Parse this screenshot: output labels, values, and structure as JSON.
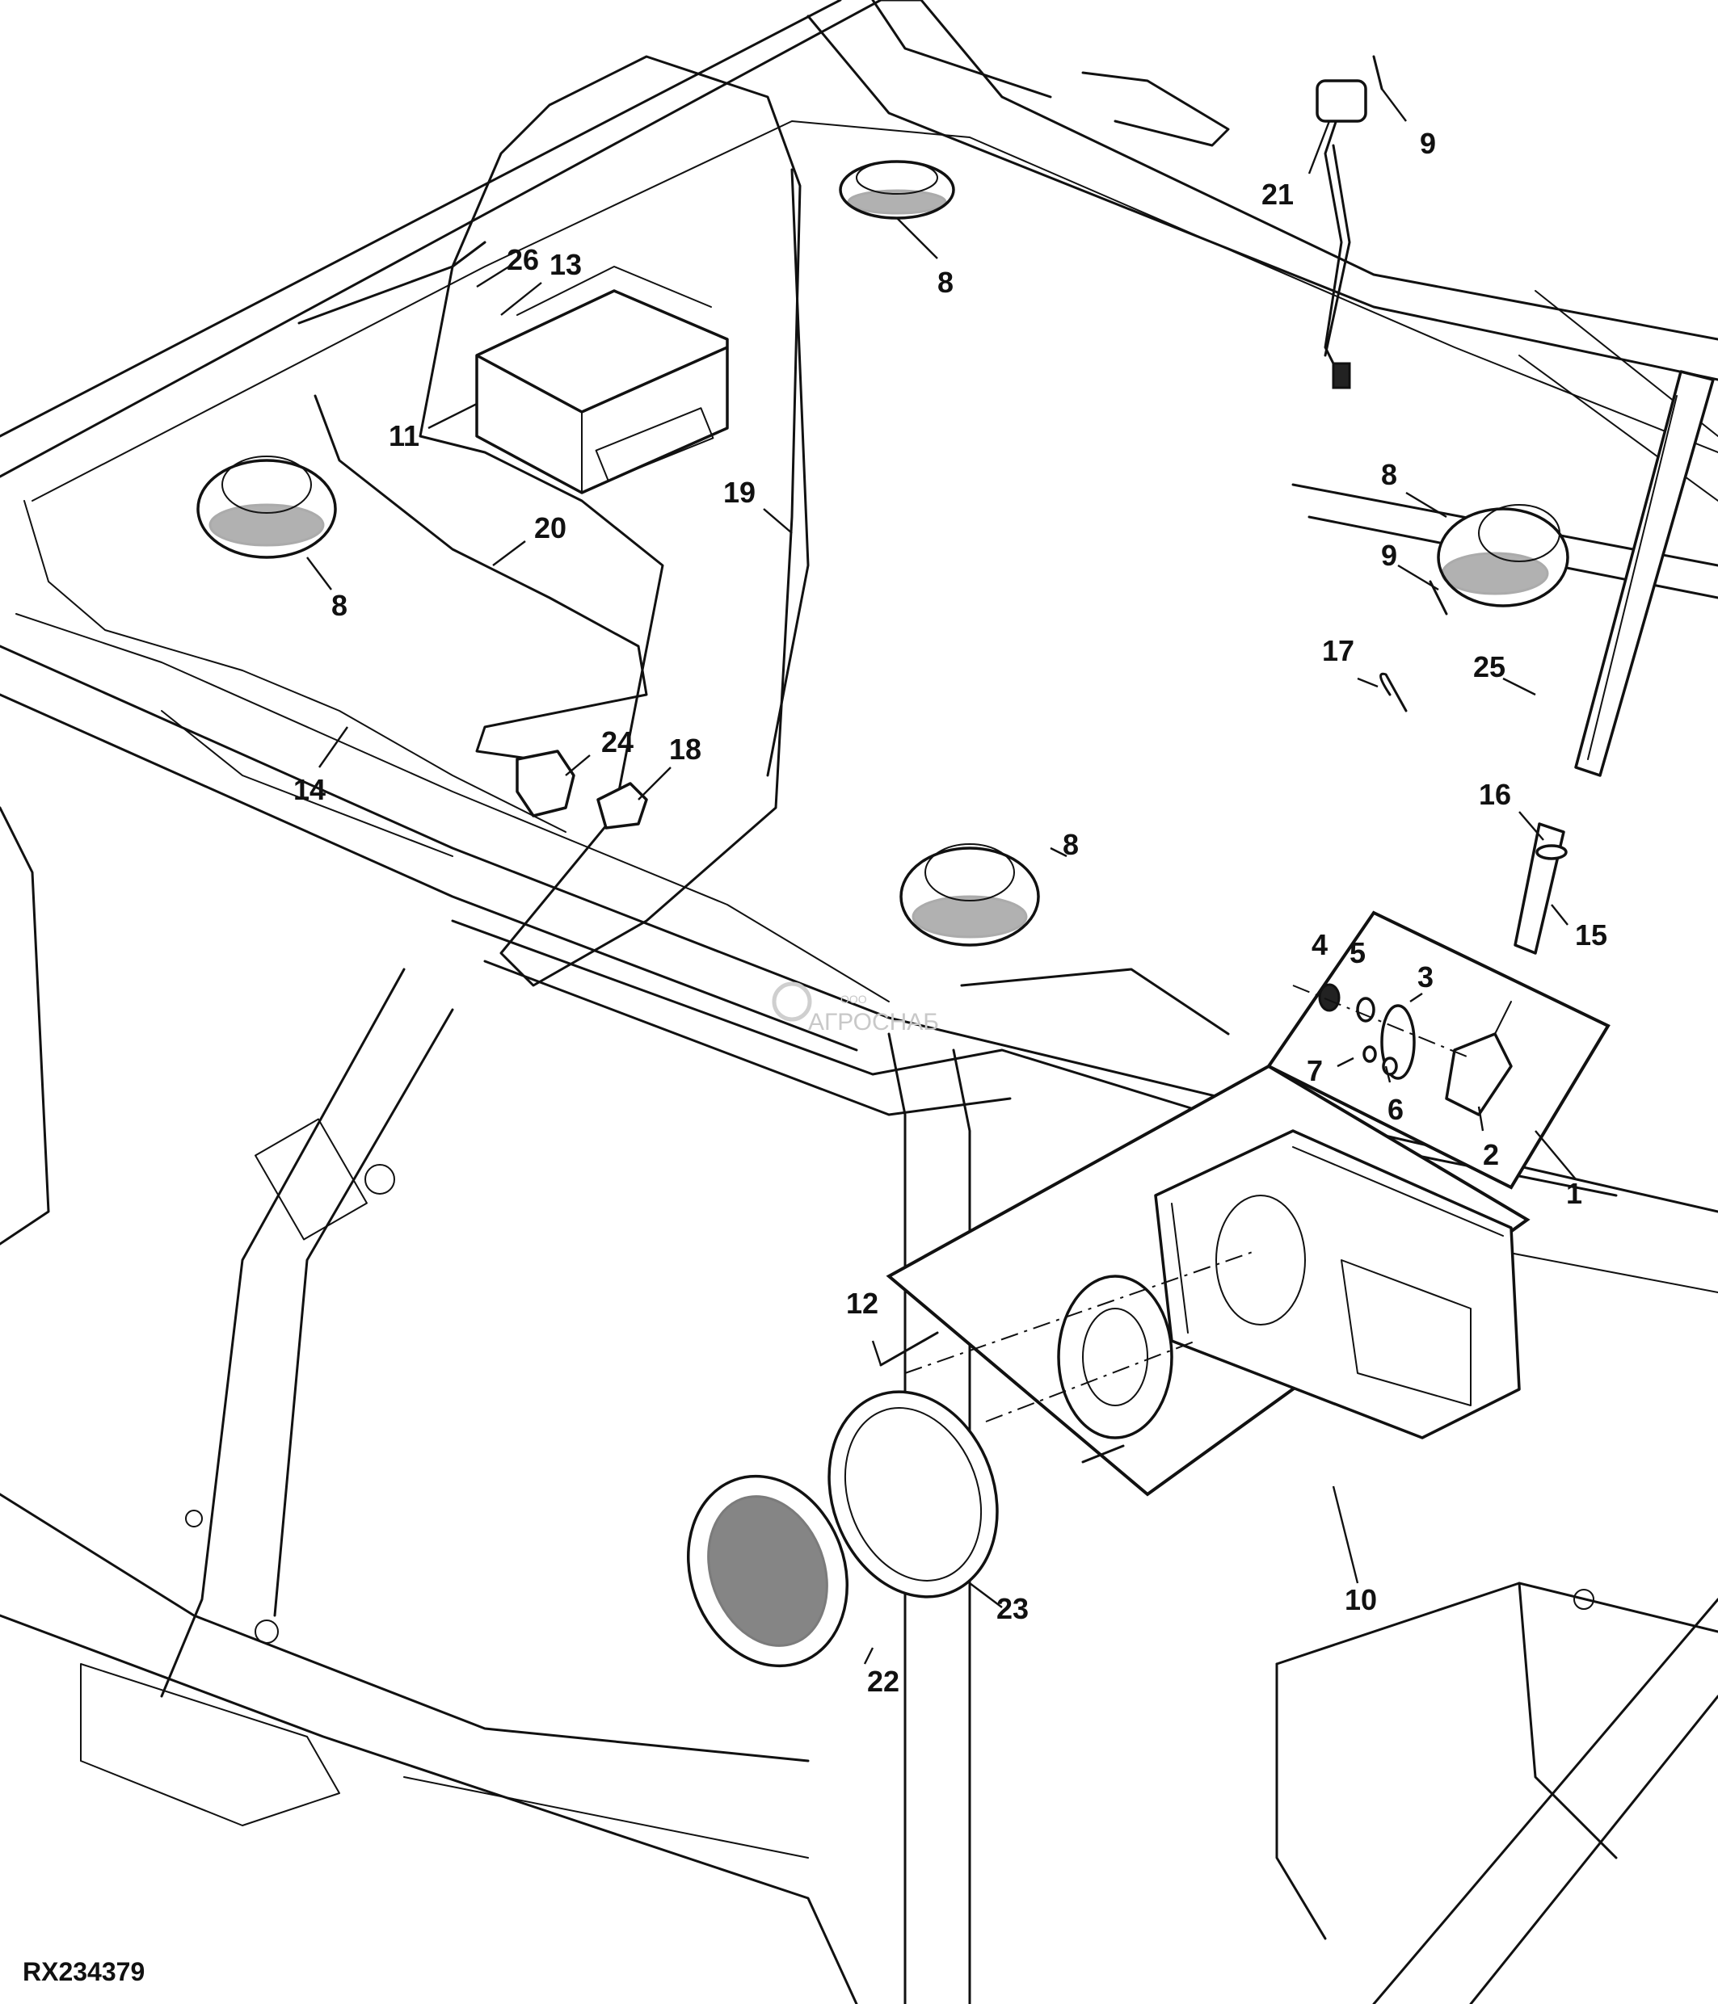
{
  "drawing_id": "RX234379",
  "watermark": {
    "name": "АГРОСНАБ",
    "prefix": "ООО"
  },
  "callouts": [
    {
      "id": "c-1",
      "label": "1",
      "part": "antenna-assembly"
    },
    {
      "id": "c-2",
      "label": "2",
      "part": "antenna-base"
    },
    {
      "id": "c-3",
      "label": "3",
      "part": "gasket"
    },
    {
      "id": "c-4",
      "label": "4",
      "part": "nut"
    },
    {
      "id": "c-5",
      "label": "5",
      "part": "washer"
    },
    {
      "id": "c-6",
      "label": "6",
      "part": "washer"
    },
    {
      "id": "c-7",
      "label": "7",
      "part": "nut"
    },
    {
      "id": "c-8a",
      "label": "8",
      "part": "speaker"
    },
    {
      "id": "c-8b",
      "label": "8",
      "part": "speaker"
    },
    {
      "id": "c-8c",
      "label": "8",
      "part": "speaker"
    },
    {
      "id": "c-8d",
      "label": "8",
      "part": "speaker"
    },
    {
      "id": "c-9a",
      "label": "9",
      "part": "screw"
    },
    {
      "id": "c-9b",
      "label": "9",
      "part": "screw"
    },
    {
      "id": "c-10",
      "label": "10",
      "part": "subwoofer-assembly"
    },
    {
      "id": "c-11",
      "label": "11",
      "part": "radio"
    },
    {
      "id": "c-12",
      "label": "12",
      "part": "screw"
    },
    {
      "id": "c-13",
      "label": "13",
      "part": "nut"
    },
    {
      "id": "c-14",
      "label": "14",
      "part": "wiring-harness"
    },
    {
      "id": "c-15",
      "label": "15",
      "part": "o-ring"
    },
    {
      "id": "c-16",
      "label": "16",
      "part": "washer"
    },
    {
      "id": "c-17",
      "label": "17",
      "part": "clip"
    },
    {
      "id": "c-18",
      "label": "18",
      "part": "switch"
    },
    {
      "id": "c-19",
      "label": "19",
      "part": "antenna-cable"
    },
    {
      "id": "c-20",
      "label": "20",
      "part": "wiring-harness"
    },
    {
      "id": "c-21",
      "label": "21",
      "part": "microphone"
    },
    {
      "id": "c-22",
      "label": "22",
      "part": "speaker-grille"
    },
    {
      "id": "c-23",
      "label": "23",
      "part": "speaker-ring"
    },
    {
      "id": "c-24",
      "label": "24",
      "part": "module"
    },
    {
      "id": "c-25",
      "label": "25",
      "part": "antenna-mast"
    },
    {
      "id": "c-26",
      "label": "26",
      "part": "connector"
    }
  ]
}
